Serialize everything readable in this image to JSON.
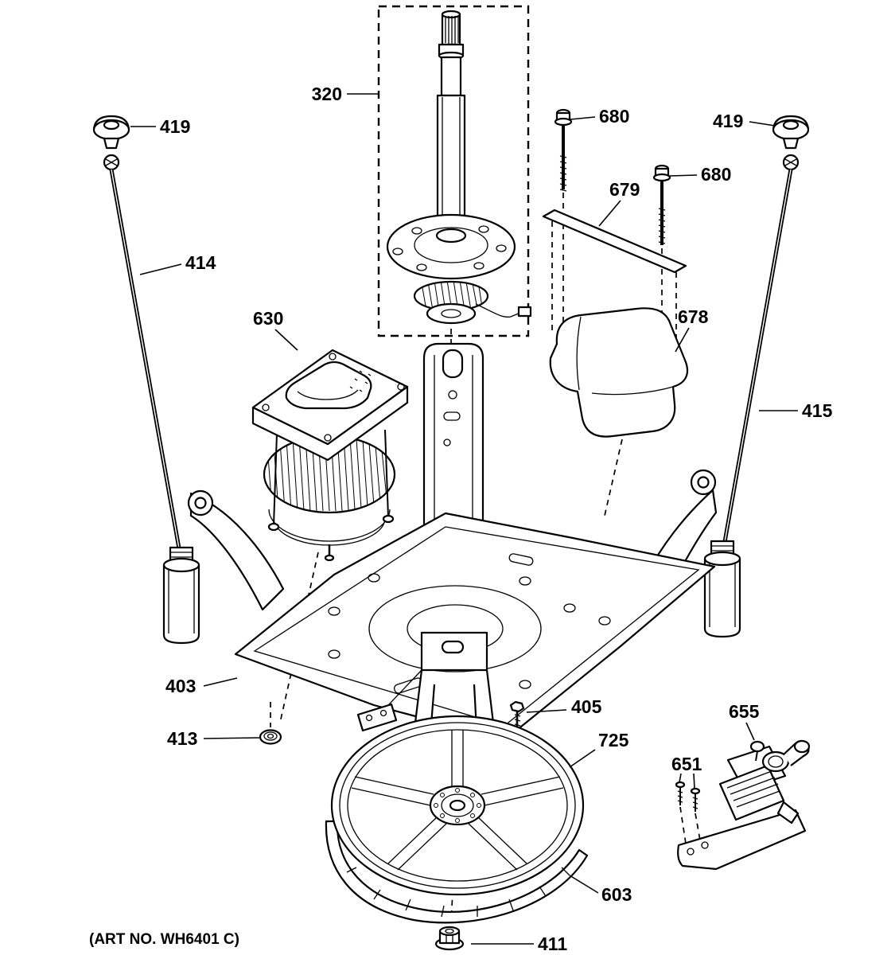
{
  "diagram": {
    "art_no": "(ART NO. WH6401 C)",
    "labels": {
      "shaft_assembly": "320",
      "cap_left": "419",
      "cap_right": "419",
      "rod_left": "414",
      "rod_right": "415",
      "bolt_top": "680",
      "bolt_right": "680",
      "strap": "679",
      "foam_pad": "678",
      "motor": "630",
      "platform": "403",
      "nut_left": "413",
      "screw_platform": "405",
      "pulley": "725",
      "valve": "655",
      "valve_screws": "651",
      "belt": "603",
      "nut_bottom": "411"
    }
  }
}
